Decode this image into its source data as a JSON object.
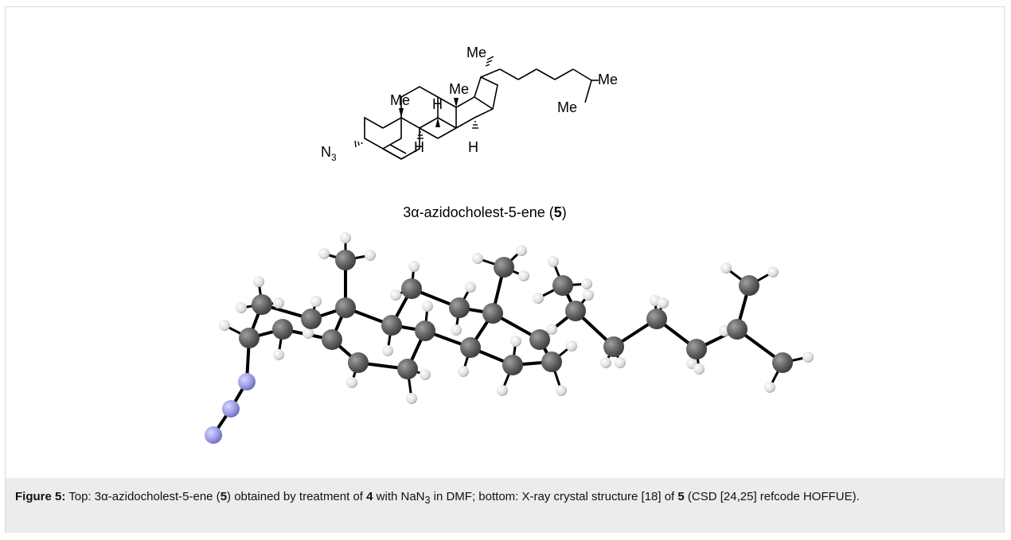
{
  "structure": {
    "labels": {
      "me_side_chain": "Me",
      "me_c13": "Me",
      "me_c10": "Me",
      "me_terminal_a": "Me",
      "me_terminal_b": "Me",
      "h_c8": "H",
      "h_c9": "H",
      "h_c14": "H",
      "azide_n": "N",
      "azide_sub": "3"
    },
    "name_prefix": "3α-azidocholest-5-ene (",
    "name_number": "5",
    "name_suffix": ")"
  },
  "crystal": {
    "colors": {
      "carbon": "#5f5f5f",
      "hydrogen": "#e6e6e6",
      "nitrogen": "#9c9ce6",
      "bond": "#000000"
    }
  },
  "caption": {
    "figure_label": "Figure 5:",
    "t1": " Top: 3α-azidocholest-5-ene (",
    "c5a": "5",
    "t2": ") obtained by treatment of ",
    "c4": "4",
    "t3": " with NaN",
    "sub3": "3",
    "t4": " in DMF; bottom: X-ray crystal structure [18] of ",
    "c5b": "5",
    "t5": " (CSD [24,25] refcode HOFFUE)."
  }
}
